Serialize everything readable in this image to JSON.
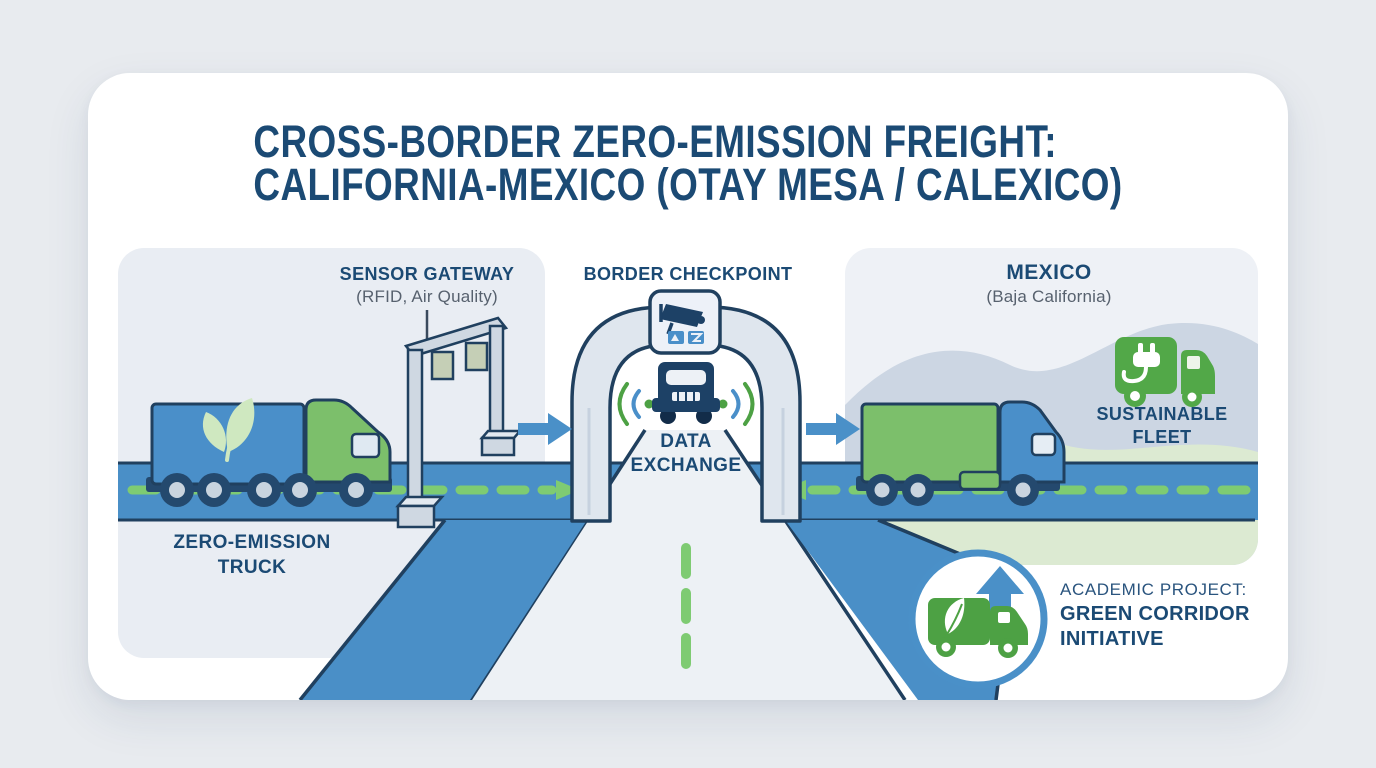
{
  "title": {
    "line1": "CROSS-BORDER ZERO-EMISSION FREIGHT:",
    "line2": "CALIFORNIA-MEXICO (OTAY MESA / CALEXICO)"
  },
  "california_panel": {
    "sensor_gateway_label": "SENSOR GATEWAY",
    "sensor_gateway_sublabel": "(RFID, Air Quality)",
    "truck_label_line1": "ZERO-EMISSION",
    "truck_label_line2": "TRUCK"
  },
  "checkpoint": {
    "label": "BORDER CHECKPOINT",
    "data_exchange_line1": "DATA",
    "data_exchange_line2": "EXCHANGE"
  },
  "mexico_panel": {
    "label": "MEXICO",
    "sublabel": "(Baja California)",
    "fleet_label_line1": "SUSTAINABLE",
    "fleet_label_line2": "FLEET"
  },
  "project_badge": {
    "kicker": "ACADEMIC PROJECT:",
    "name_line1": "GREEN CORRIDOR",
    "name_line2": "INITIATIVE"
  },
  "icons": {
    "camera_sign": "cctv-camera-icon",
    "data_truck": "truck-front-icon",
    "signal_waves": "wireless-signal-icon",
    "trailer_leaf": "leaf-icon",
    "fleet_truck": "electric-plug-truck-icon",
    "badge_truck": "eco-truck-up-arrow-icon",
    "flow_arrows": "right-arrow-icon",
    "sensor_gantry": "sensor-gantry-icon"
  },
  "colors": {
    "background": "#e8ebef",
    "card": "#ffffff",
    "navy_text": "#1b4a74",
    "outline_navy": "#20405f",
    "road_blue": "#4a8fc7",
    "arrow_blue": "#4a90c8",
    "cab_green": "#7cbf6b",
    "icon_green": "#4da144",
    "dash_green": "#7ecb72",
    "panel_bg": "#e9edf3",
    "hill_gray": "#ccd6e3",
    "hill_green": "#dcead2"
  }
}
